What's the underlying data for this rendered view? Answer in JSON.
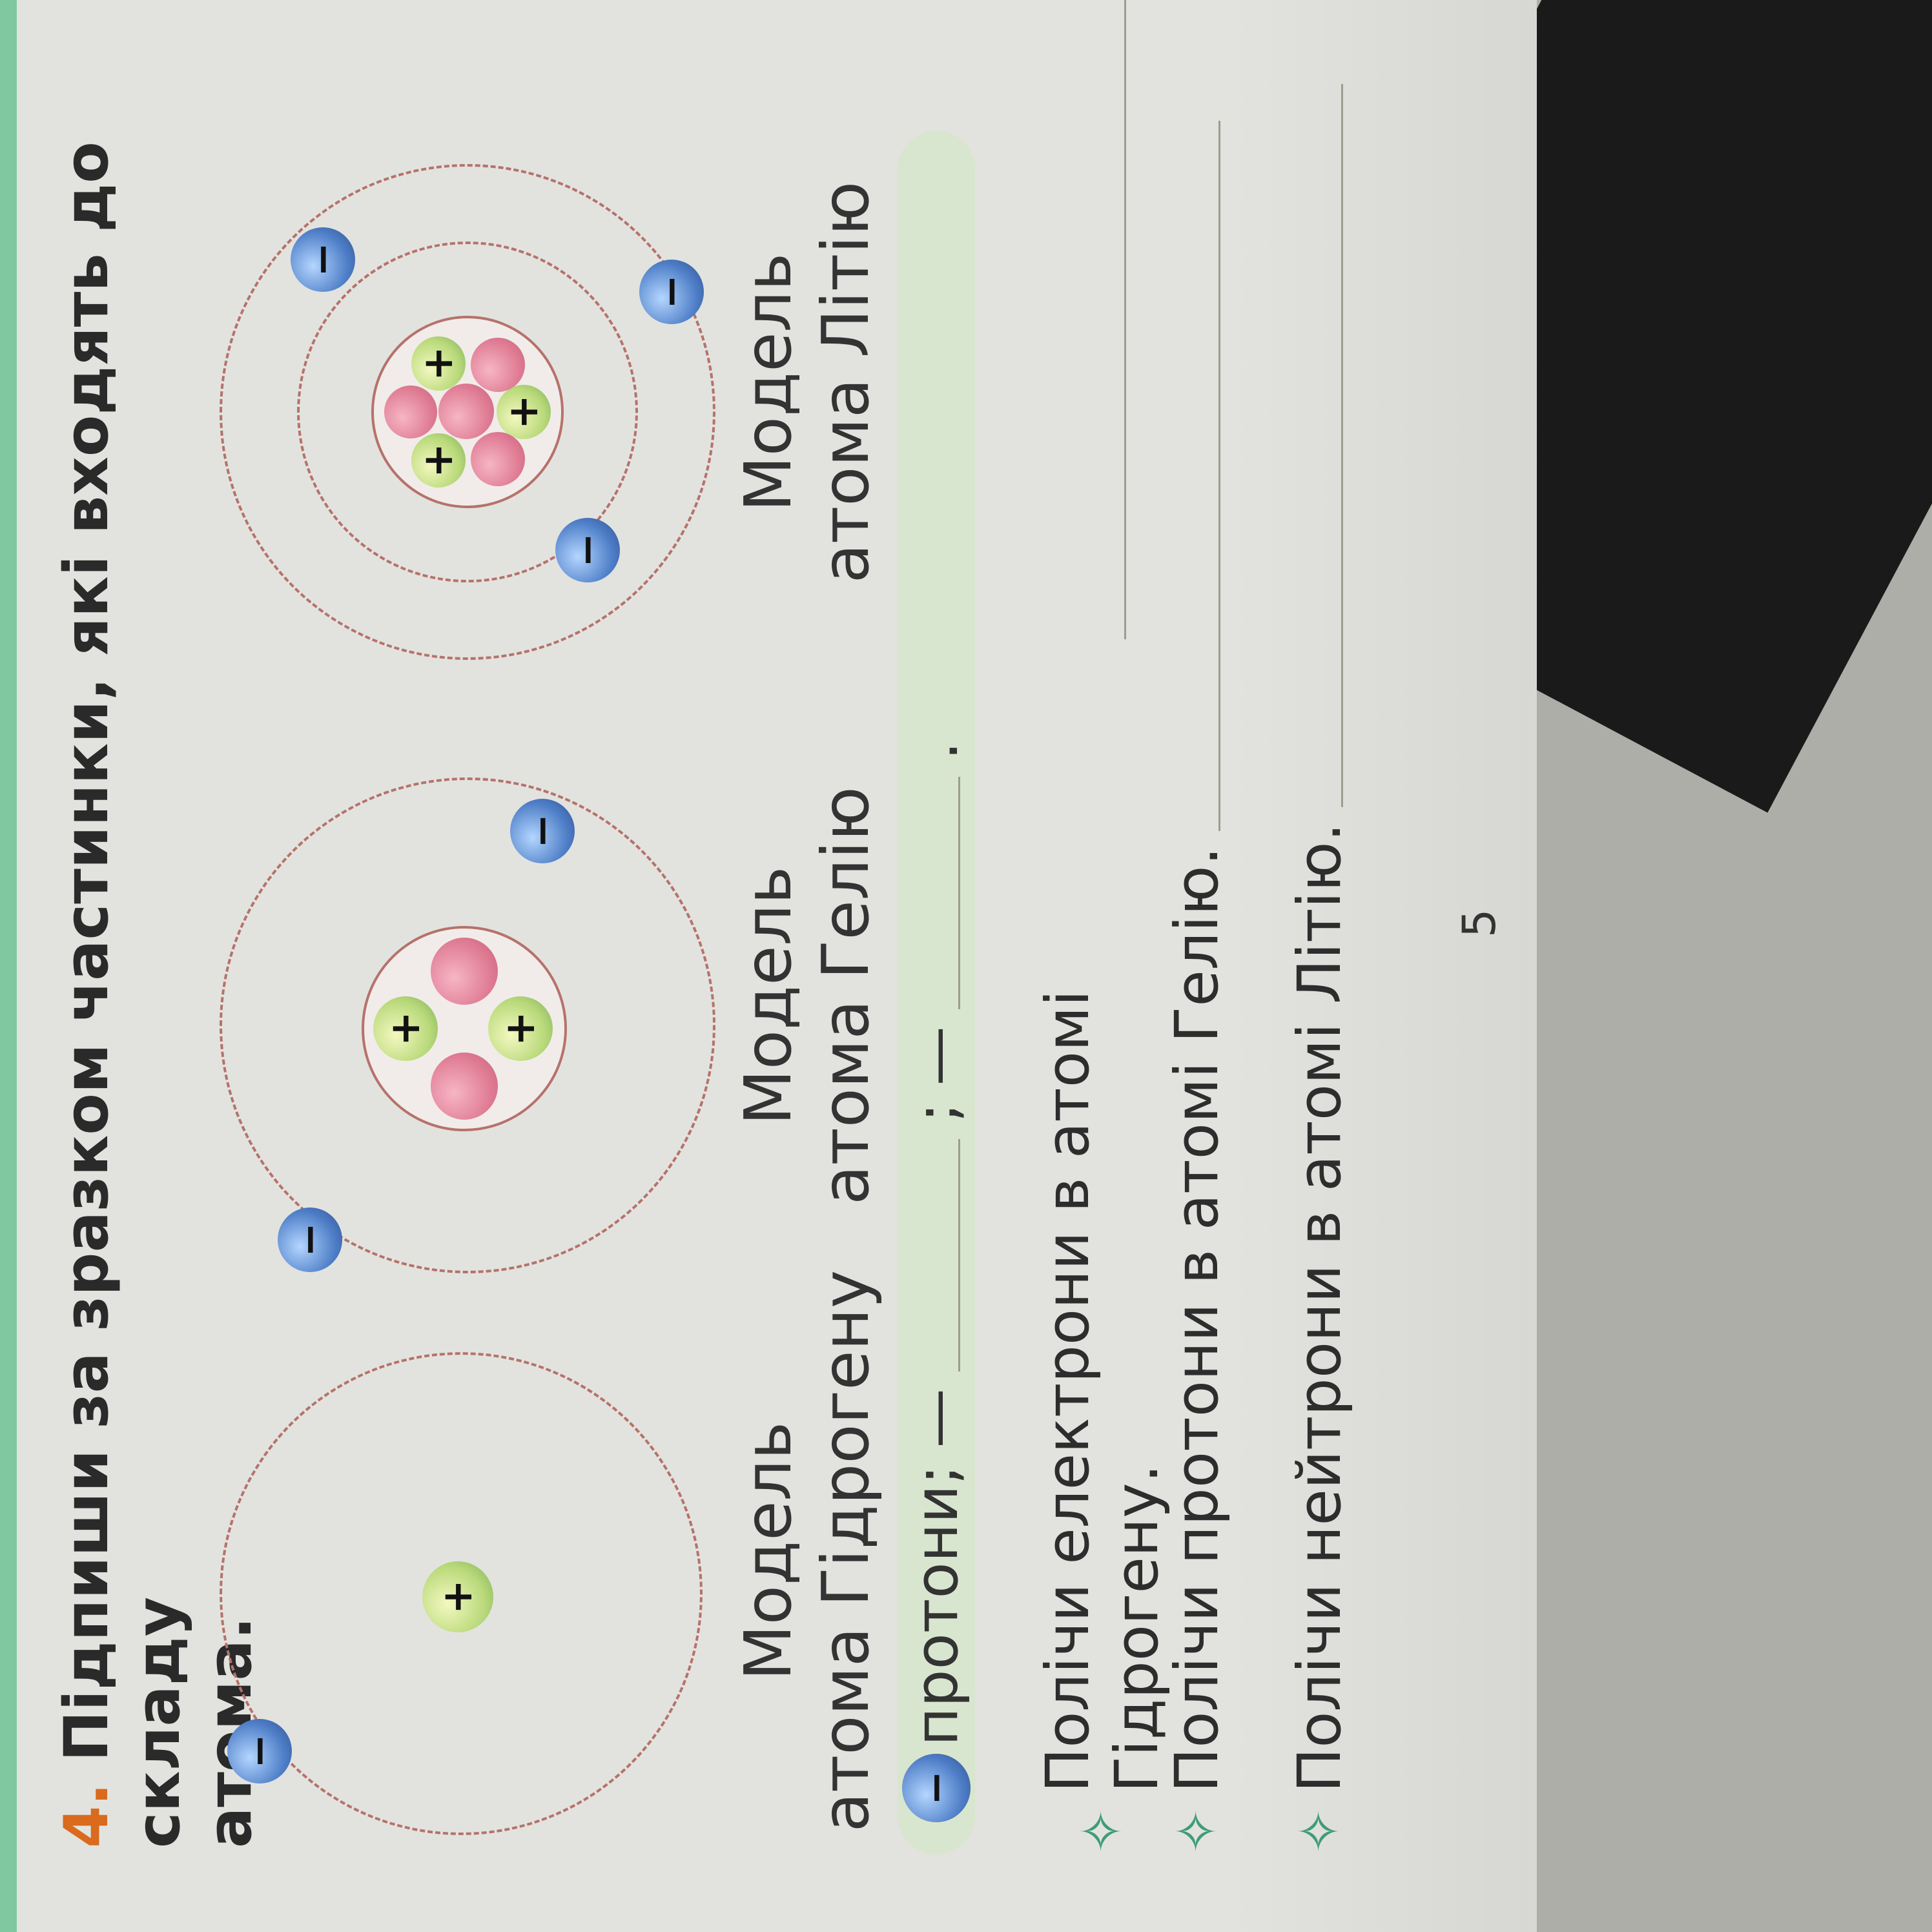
{
  "task": {
    "number": "4.",
    "text": "Підпиши за зразком частинки, які входять до складу",
    "text_line2": "атома."
  },
  "captions": {
    "hydrogen": {
      "line1": "Модель",
      "line2": "атома Гідрогену"
    },
    "helium": {
      "line1": "Модель",
      "line2": "атома Гелію"
    },
    "lithium": {
      "line1": "Модель",
      "line2": "атома Літію"
    }
  },
  "particles": {
    "proton_sign": "+",
    "electron_sign": "−"
  },
  "legend": {
    "dash1": "—",
    "protons_label": "протони;",
    "dash2": "—",
    "separator": ";",
    "dash3": "—",
    "end": "."
  },
  "questions": [
    {
      "star": "✧",
      "text": "Полічи електрони в атомі Гідрогену."
    },
    {
      "star": "✧",
      "text": "Полічи протони в атомі Гелію."
    },
    {
      "star": "✧",
      "text": "Полічи нейтрони в атомі Літію."
    }
  ],
  "page_number": "5",
  "colors": {
    "proton": "#b9d97a",
    "neutron": "#e07d95",
    "electron": "#4f7fc8",
    "orbit": "#b6726b",
    "accent": "#d96a1e",
    "star": "#3f9c79"
  }
}
